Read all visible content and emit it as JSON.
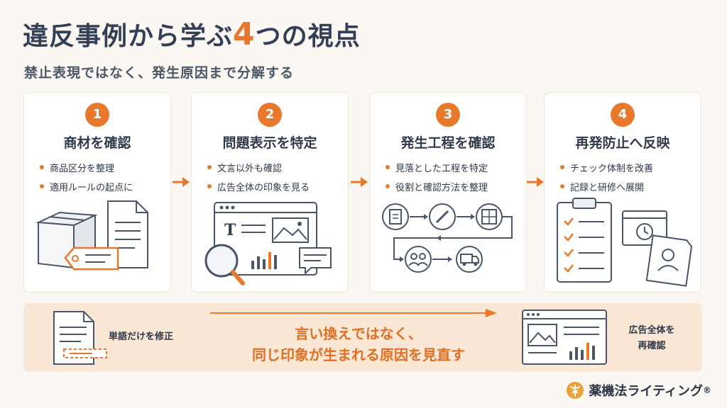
{
  "header": {
    "title_before": "違反事例から学ぶ",
    "title_accent": "4",
    "title_after": "つの視点",
    "subtitle": "禁止表現ではなく、発生原因まで分解する"
  },
  "steps": [
    {
      "number": "1",
      "title": "商材を確認",
      "bullets": [
        "商品区分を整理",
        "適用ルールの起点に"
      ]
    },
    {
      "number": "2",
      "title": "問題表示を特定",
      "bullets": [
        "文言以外も確認",
        "広告全体の印象を見る"
      ]
    },
    {
      "number": "3",
      "title": "発生工程を確認",
      "bullets": [
        "見落とした工程を特定",
        "役割と確認方法を整理"
      ]
    },
    {
      "number": "4",
      "title": "再発防止へ反映",
      "bullets": [
        "チェック体制を改善",
        "記録と研修へ展開"
      ]
    }
  ],
  "bottom": {
    "left_label": "単語だけを修正",
    "message_line1": "言い換えではなく、",
    "message_line2": "同じ印象が生まれる原因を見直す",
    "right_line1": "広告全体を",
    "right_line2": "再確認"
  },
  "brand": {
    "name": "薬機法ライティング",
    "mark": "®"
  },
  "colors": {
    "accent": "#e8792c",
    "navy": "#333f57",
    "panel": "#fbe7d6"
  }
}
